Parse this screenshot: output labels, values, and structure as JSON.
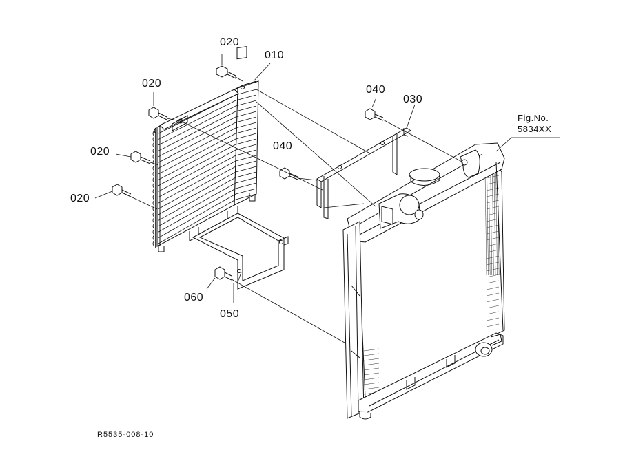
{
  "callouts": {
    "c010": "010",
    "c020_top": "020",
    "c020_mid": "020",
    "c020_left1": "020",
    "c020_left2": "020",
    "c030": "030",
    "c040_top": "040",
    "c040_mid": "040",
    "c050": "050",
    "c060": "060"
  },
  "figure_ref": {
    "line1": "Fig.No.",
    "line2": "5834XX"
  },
  "drawing_code": "R5535-008-10"
}
